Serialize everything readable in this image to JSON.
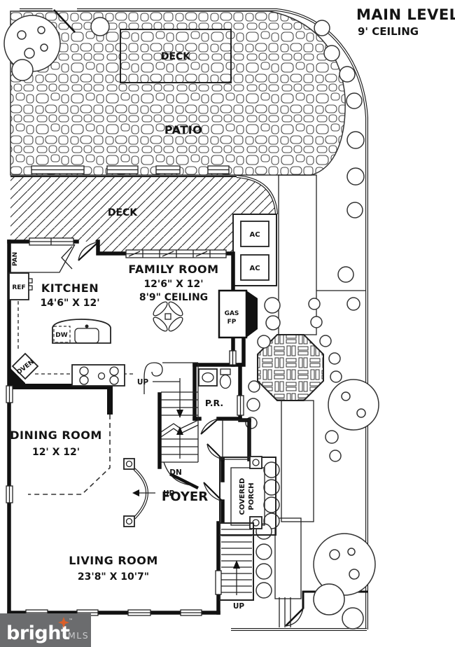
{
  "title": {
    "main": "MAIN LEVEL",
    "sub": "9' CEILING"
  },
  "rooms": {
    "deck_top": {
      "label": "DECK"
    },
    "patio": {
      "label": "PATIO"
    },
    "deck_main": {
      "label": "DECK"
    },
    "kitchen": {
      "label": "KITCHEN",
      "dims": "14'6\" X 12'"
    },
    "family": {
      "label": "FAMILY ROOM",
      "dims": "12'6\" X 12'",
      "ceiling": "8'9\" CEILING"
    },
    "dining": {
      "label": "DINING ROOM",
      "dims": "12' X 12'"
    },
    "living": {
      "label": "LIVING ROOM",
      "dims": "23'8\" X 10'7\""
    },
    "foyer": {
      "label": "FOYER"
    },
    "powder_room": {
      "label": "P.R."
    },
    "covered_porch": {
      "line1": "COVERED",
      "line2": "PORCH"
    }
  },
  "appliances": {
    "pantry": "PAN",
    "refrigerator": "REF",
    "oven": "OVEN",
    "dishwasher": "DW",
    "gas_fireplace_line1": "GAS",
    "gas_fireplace_line2": "FP",
    "ac_unit_1": "AC",
    "ac_unit_2": "AC"
  },
  "stairs": {
    "main_up": "UP",
    "main_dn": "DN",
    "foyer_up": "UP",
    "exterior_up": "UP"
  },
  "logo": {
    "brand": "bright",
    "suffix": "MLS",
    "tm": "™"
  },
  "colors": {
    "ink": "#111111",
    "logo_bg": "#6b6c6e",
    "logo_star": "#d95f2b",
    "logo_brand_text": "#ffffff",
    "logo_mls_text": "#c9cacc"
  }
}
